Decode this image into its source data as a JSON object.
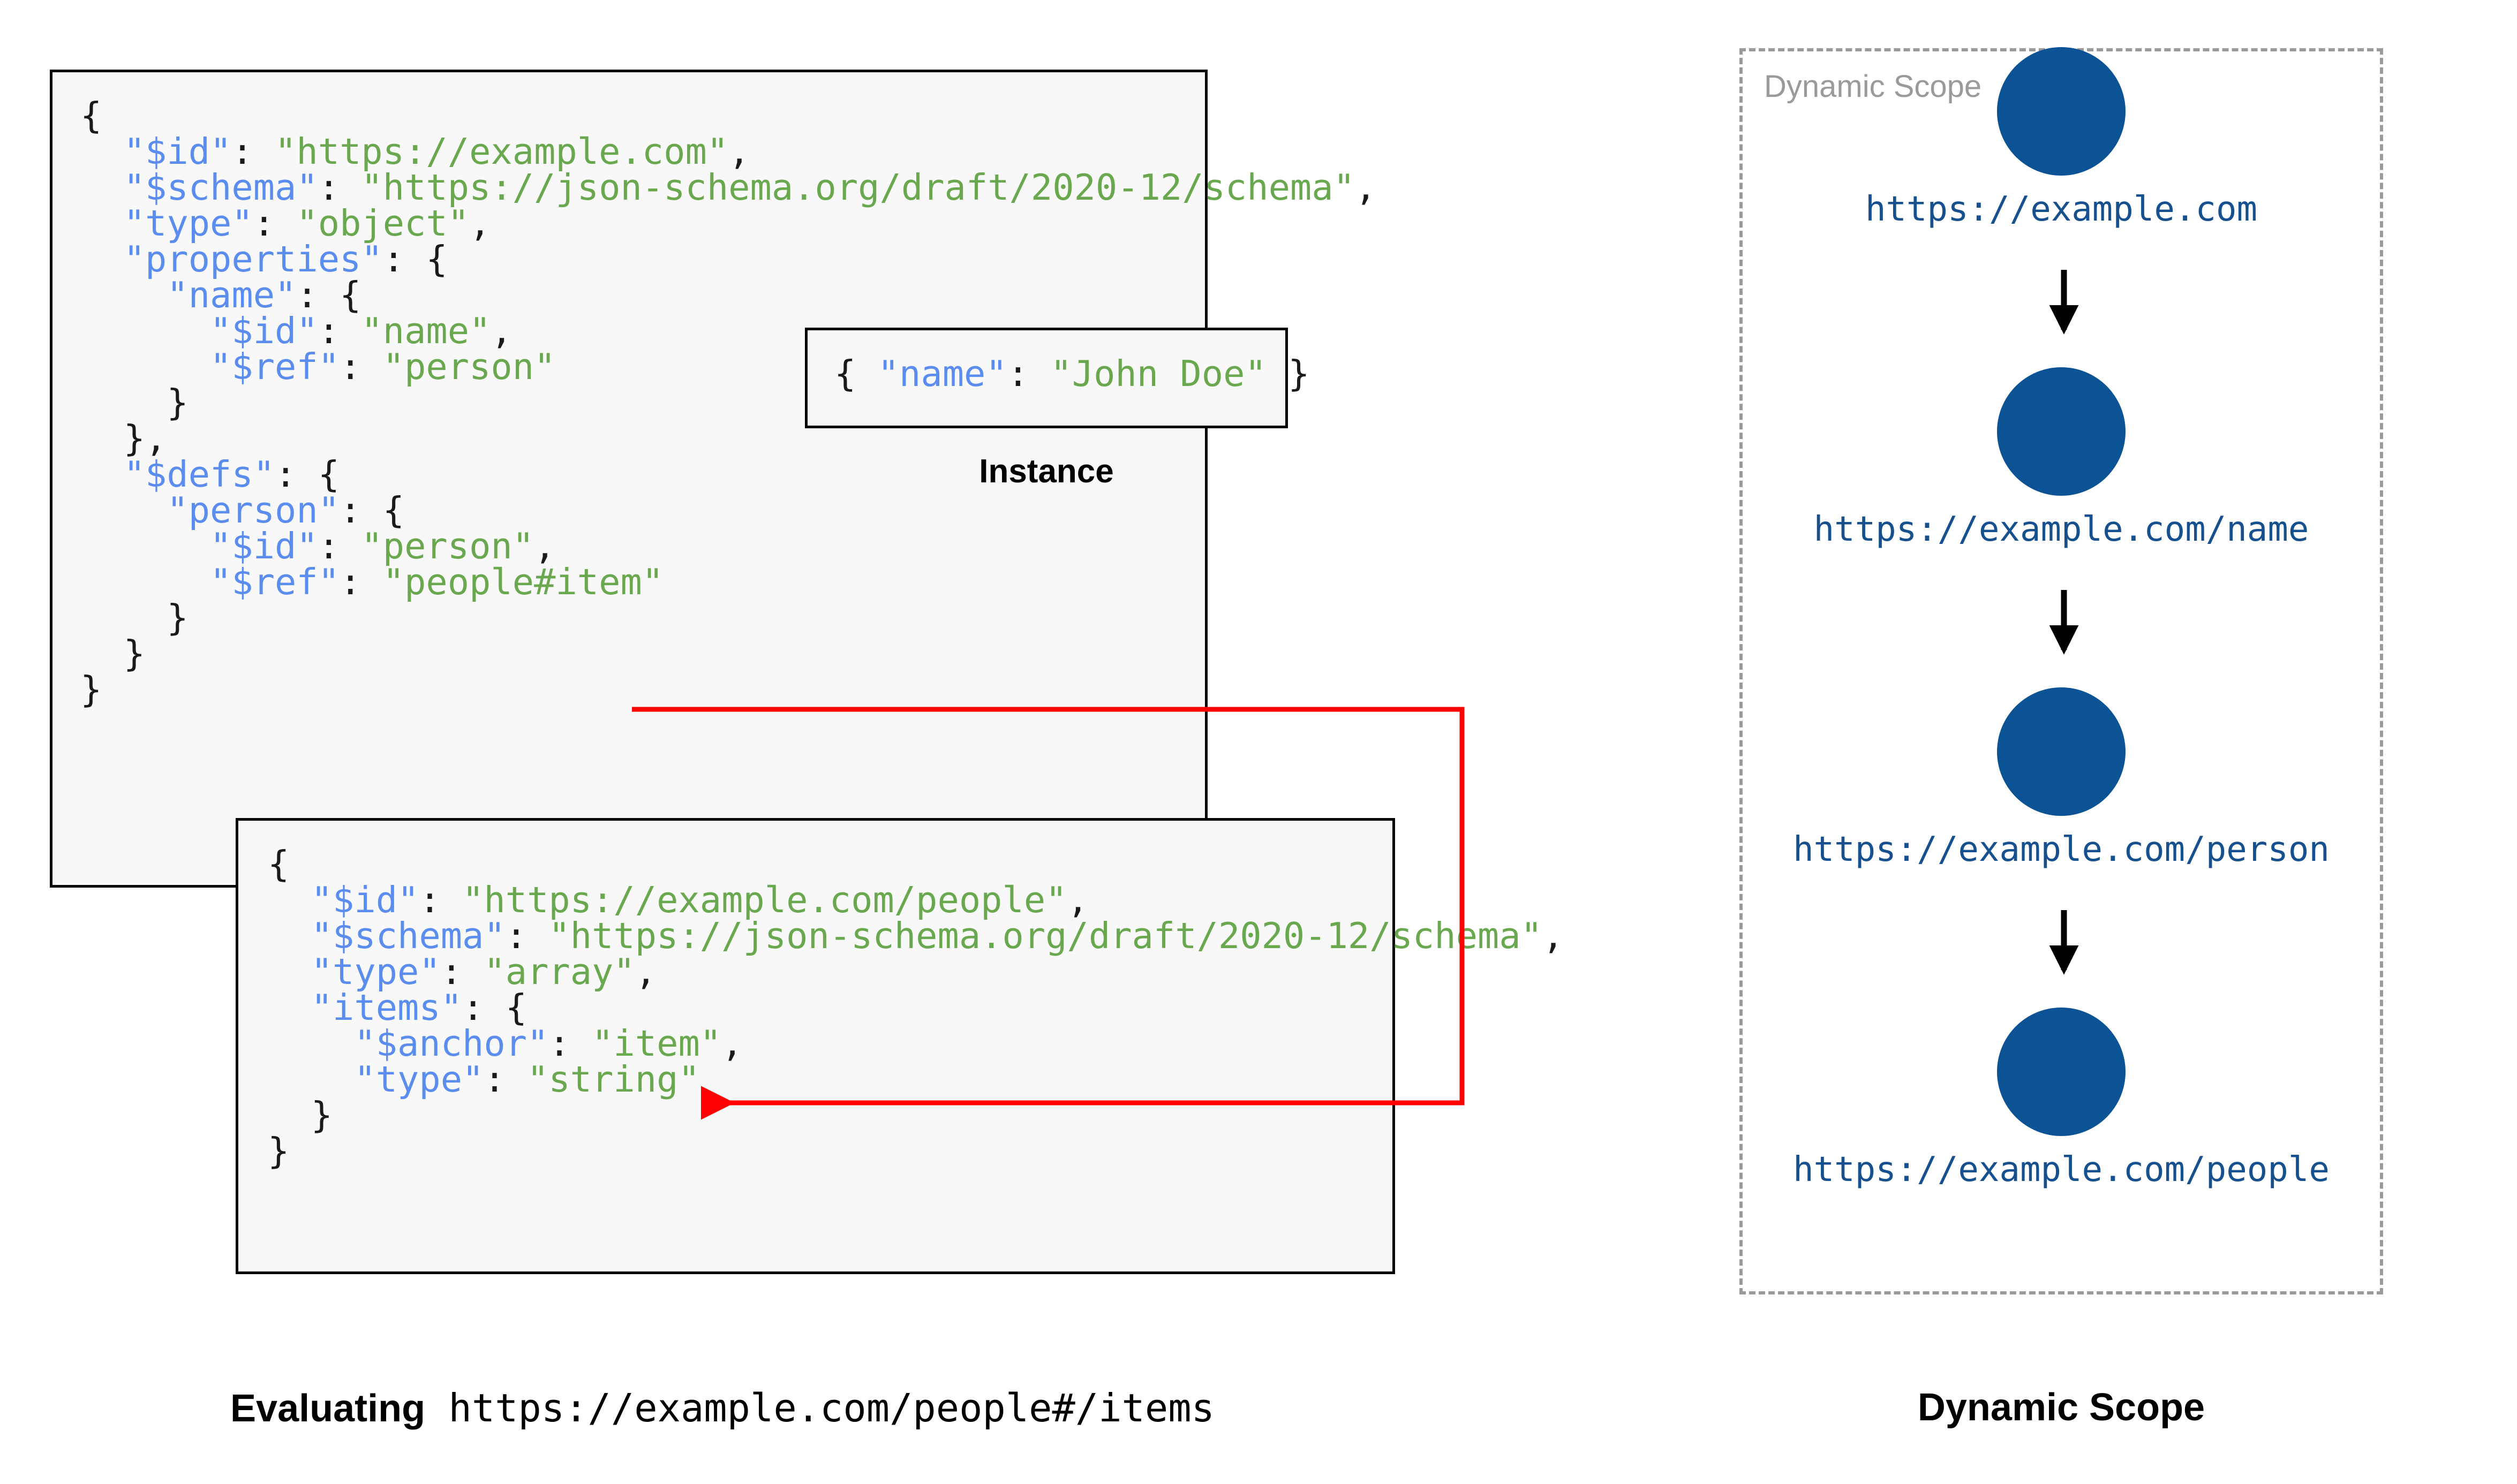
{
  "schema_root": {
    "lines": [
      [
        {
          "t": "{",
          "c": "p"
        }
      ],
      [
        {
          "t": "  ",
          "c": "p"
        },
        {
          "t": "\"$id\"",
          "c": "k"
        },
        {
          "t": ": ",
          "c": "p"
        },
        {
          "t": "\"https://example.com\"",
          "c": "s"
        },
        {
          "t": ",",
          "c": "p"
        }
      ],
      [
        {
          "t": "  ",
          "c": "p"
        },
        {
          "t": "\"$schema\"",
          "c": "k"
        },
        {
          "t": ": ",
          "c": "p"
        },
        {
          "t": "\"https://json-schema.org/draft/2020-12/schema\"",
          "c": "s"
        },
        {
          "t": ",",
          "c": "p"
        }
      ],
      [
        {
          "t": "  ",
          "c": "p"
        },
        {
          "t": "\"type\"",
          "c": "k"
        },
        {
          "t": ": ",
          "c": "p"
        },
        {
          "t": "\"object\"",
          "c": "s"
        },
        {
          "t": ",",
          "c": "p"
        }
      ],
      [
        {
          "t": "  ",
          "c": "p"
        },
        {
          "t": "\"properties\"",
          "c": "k"
        },
        {
          "t": ": {",
          "c": "p"
        }
      ],
      [
        {
          "t": "    ",
          "c": "p"
        },
        {
          "t": "\"name\"",
          "c": "k"
        },
        {
          "t": ": {",
          "c": "p"
        }
      ],
      [
        {
          "t": "      ",
          "c": "p"
        },
        {
          "t": "\"$id\"",
          "c": "k"
        },
        {
          "t": ": ",
          "c": "p"
        },
        {
          "t": "\"name\"",
          "c": "s"
        },
        {
          "t": ",",
          "c": "p"
        }
      ],
      [
        {
          "t": "      ",
          "c": "p"
        },
        {
          "t": "\"$ref\"",
          "c": "k"
        },
        {
          "t": ": ",
          "c": "p"
        },
        {
          "t": "\"person\"",
          "c": "s"
        }
      ],
      [
        {
          "t": "    }",
          "c": "p"
        }
      ],
      [
        {
          "t": "  },",
          "c": "p"
        }
      ],
      [
        {
          "t": "  ",
          "c": "p"
        },
        {
          "t": "\"$defs\"",
          "c": "k"
        },
        {
          "t": ": {",
          "c": "p"
        }
      ],
      [
        {
          "t": "    ",
          "c": "p"
        },
        {
          "t": "\"person\"",
          "c": "k"
        },
        {
          "t": ": {",
          "c": "p"
        }
      ],
      [
        {
          "t": "      ",
          "c": "p"
        },
        {
          "t": "\"$id\"",
          "c": "k"
        },
        {
          "t": ": ",
          "c": "p"
        },
        {
          "t": "\"person\"",
          "c": "s"
        },
        {
          "t": ",",
          "c": "p"
        }
      ],
      [
        {
          "t": "      ",
          "c": "p"
        },
        {
          "t": "\"$ref\"",
          "c": "k"
        },
        {
          "t": ": ",
          "c": "p"
        },
        {
          "t": "\"people#item\"",
          "c": "s"
        }
      ],
      [
        {
          "t": "    }",
          "c": "p"
        }
      ],
      [
        {
          "t": "  }",
          "c": "p"
        }
      ],
      [
        {
          "t": "}",
          "c": "p"
        }
      ]
    ]
  },
  "instance": {
    "caption": "Instance",
    "lines": [
      [
        {
          "t": "{ ",
          "c": "p"
        },
        {
          "t": "\"name\"",
          "c": "k"
        },
        {
          "t": ": ",
          "c": "p"
        },
        {
          "t": "\"John Doe\"",
          "c": "s"
        },
        {
          "t": " }",
          "c": "p"
        }
      ]
    ]
  },
  "schema_people": {
    "lines": [
      [
        {
          "t": "{",
          "c": "p"
        }
      ],
      [
        {
          "t": "  ",
          "c": "p"
        },
        {
          "t": "\"$id\"",
          "c": "k"
        },
        {
          "t": ": ",
          "c": "p"
        },
        {
          "t": "\"https://example.com/people\"",
          "c": "s"
        },
        {
          "t": ",",
          "c": "p"
        }
      ],
      [
        {
          "t": "  ",
          "c": "p"
        },
        {
          "t": "\"$schema\"",
          "c": "k"
        },
        {
          "t": ": ",
          "c": "p"
        },
        {
          "t": "\"https://json-schema.org/draft/2020-12/schema\"",
          "c": "s"
        },
        {
          "t": ",",
          "c": "p"
        }
      ],
      [
        {
          "t": "  ",
          "c": "p"
        },
        {
          "t": "\"type\"",
          "c": "k"
        },
        {
          "t": ": ",
          "c": "p"
        },
        {
          "t": "\"array\"",
          "c": "s"
        },
        {
          "t": ",",
          "c": "p"
        }
      ],
      [
        {
          "t": "  ",
          "c": "p"
        },
        {
          "t": "\"items\"",
          "c": "k"
        },
        {
          "t": ": {",
          "c": "p"
        }
      ],
      [
        {
          "t": "    ",
          "c": "p"
        },
        {
          "t": "\"$anchor\"",
          "c": "k"
        },
        {
          "t": ": ",
          "c": "p"
        },
        {
          "t": "\"item\"",
          "c": "s"
        },
        {
          "t": ",",
          "c": "p"
        }
      ],
      [
        {
          "t": "    ",
          "c": "p"
        },
        {
          "t": "\"type\"",
          "c": "k"
        },
        {
          "t": ": ",
          "c": "p"
        },
        {
          "t": "\"string\"",
          "c": "s"
        }
      ],
      [
        {
          "t": "  }",
          "c": "p"
        }
      ],
      [
        {
          "t": "}",
          "c": "p"
        }
      ]
    ]
  },
  "ref_arrow": {
    "color": "#ff0000",
    "from": "people#item",
    "to": "$anchor: item"
  },
  "dynamic_scope": {
    "label": "Dynamic Scope",
    "circle_color": "#0b5394",
    "label_color": "#17508f",
    "border_color": "#9a9a9a",
    "nodes": [
      {
        "label": "https://example.com"
      },
      {
        "label": "https://example.com/name"
      },
      {
        "label": "https://example.com/person"
      },
      {
        "label": "https://example.com/people"
      }
    ]
  },
  "captions": {
    "left_bold": "Evaluating",
    "left_mono": "https://example.com/people#/items",
    "right": "Dynamic Scope"
  }
}
